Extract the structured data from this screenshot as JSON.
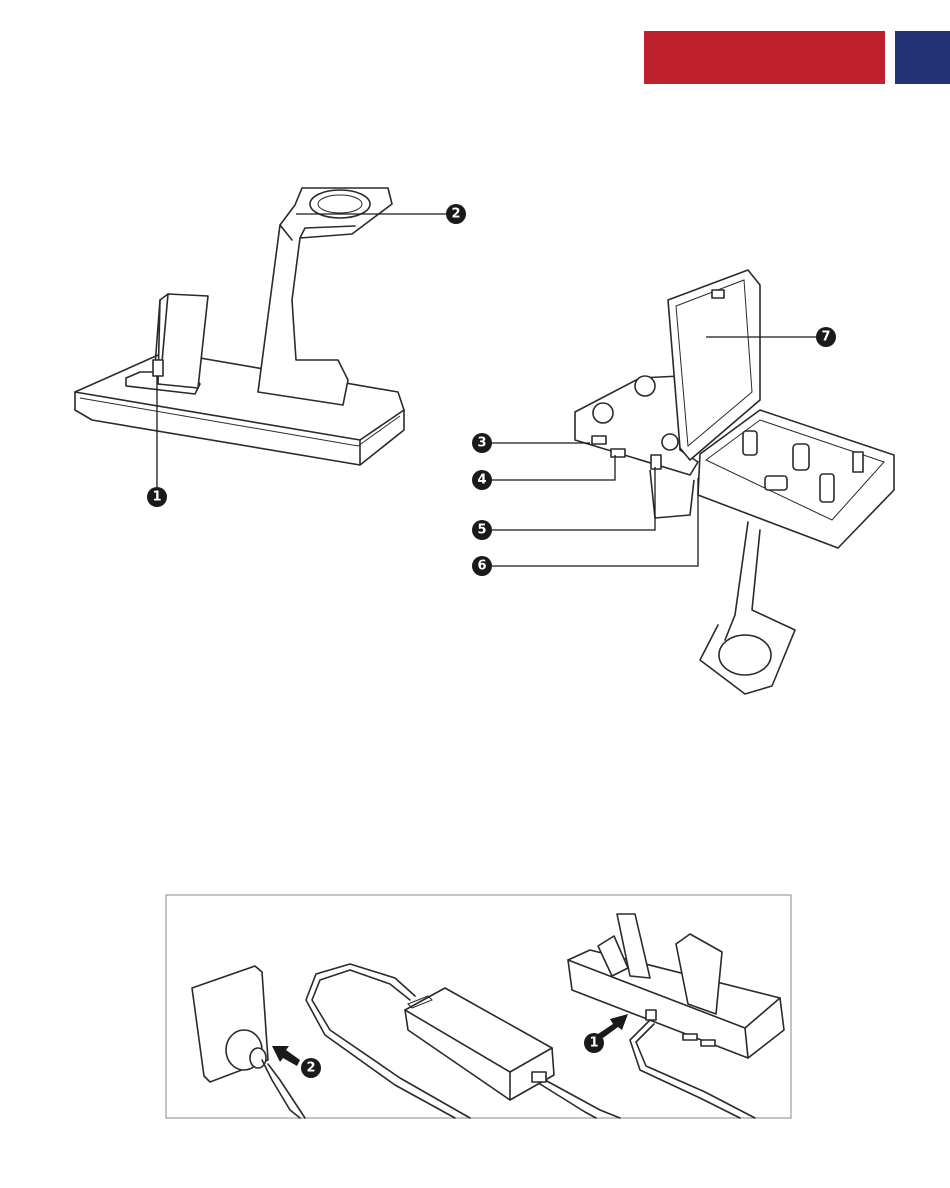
{
  "header": {
    "colors": {
      "red_bar": "#bf202e",
      "blue_bar": "#223273"
    }
  },
  "figure_top_left": {
    "callouts": [
      {
        "label": "1",
        "part": "phone dock connector"
      },
      {
        "label": "2",
        "part": "watch charging disc"
      }
    ]
  },
  "figure_top_right": {
    "callouts": [
      {
        "label": "3"
      },
      {
        "label": "4"
      },
      {
        "label": "5"
      },
      {
        "label": "6"
      },
      {
        "label": "7"
      }
    ]
  },
  "figure_bottom": {
    "steps": [
      {
        "label": "1"
      },
      {
        "label": "2"
      }
    ]
  },
  "colors": {
    "badge": "#1a1a1a",
    "line": "#2a2a2a",
    "frame": "#888888"
  }
}
